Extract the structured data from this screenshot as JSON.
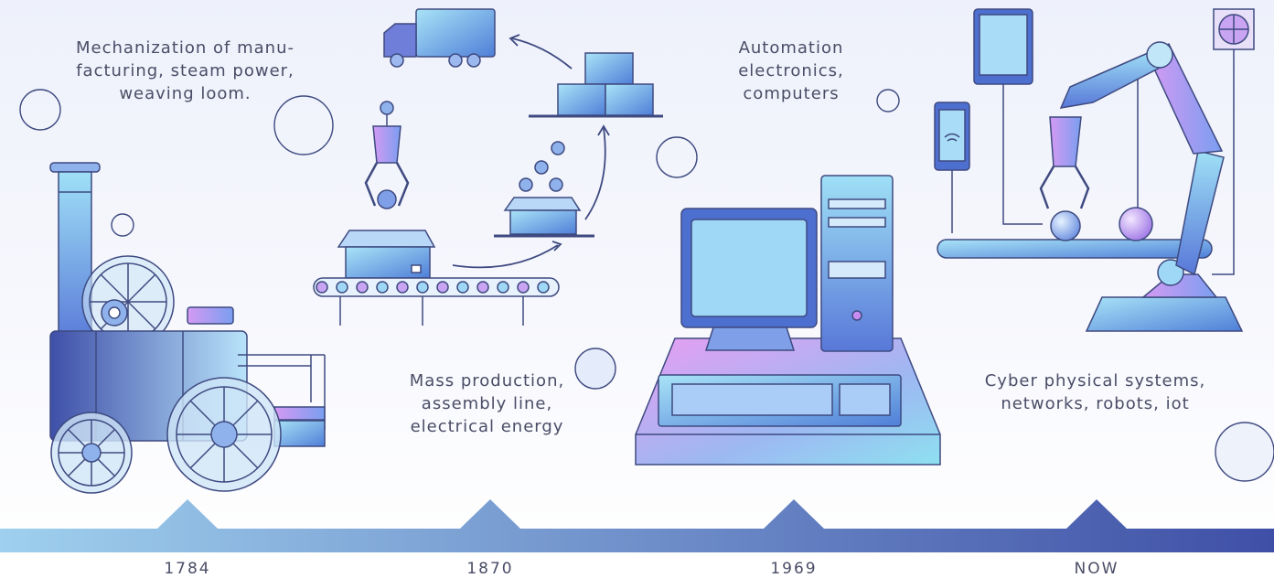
{
  "eras": [
    {
      "caption": [
        "Mechanization of manu-",
        "facturing, steam power,",
        "weaving loom."
      ],
      "year": "1784"
    },
    {
      "caption": [
        "Mass production,",
        "assembly line,",
        "electrical energy"
      ],
      "year": "1870"
    },
    {
      "caption": [
        "Automation",
        "electronics,",
        "computers"
      ],
      "year": "1969"
    },
    {
      "caption": [
        "Cyber physical systems,",
        "networks, robots, iot"
      ],
      "year": "NOW"
    }
  ],
  "colors": {
    "ink": "#4a4d66",
    "timeline_start": "#9fd0ee",
    "timeline_end": "#3f4fa6",
    "blue": "#6fa9e3",
    "purple": "#c78cf0",
    "outline": "#3e4a80"
  },
  "icons": [
    "steam-engine-icon",
    "gear-icon",
    "robot-claw-icon",
    "conveyor-belt-icon",
    "box-icon",
    "delivery-truck-icon",
    "computer-monitor-icon",
    "system-unit-icon",
    "keyboard-icon",
    "smartphone-wifi-icon",
    "tablet-icon",
    "globe-icon",
    "robot-arm-icon",
    "decorative-circle-icon"
  ]
}
